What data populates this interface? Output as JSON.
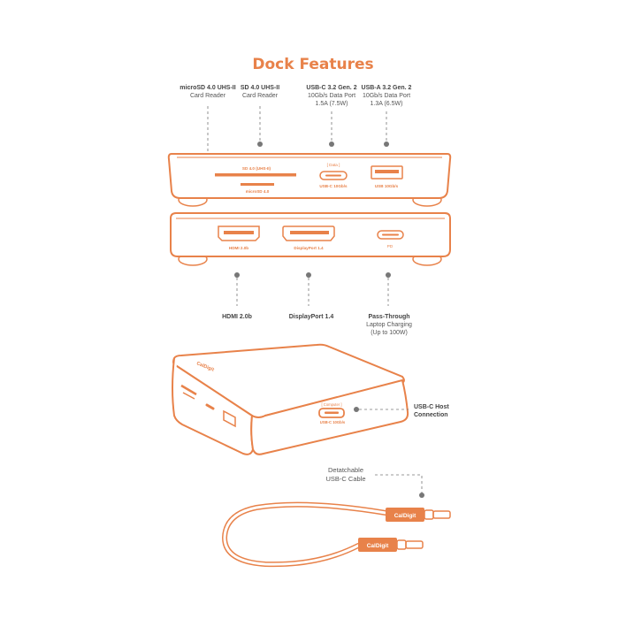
{
  "title": "Dock Features",
  "top_callouts": [
    {
      "line1": "microSD 4.0 UHS-II",
      "line2": "Card Reader"
    },
    {
      "line1": "SD 4.0 UHS-II",
      "line2": "Card Reader"
    },
    {
      "line1": "USB-C 3.2 Gen. 2",
      "line2": "10Gb/s Data Port",
      "line3": "1.5A (7.5W)"
    },
    {
      "line1": "USB-A 3.2 Gen. 2",
      "line2": "10Gb/s Data Port",
      "line3": "1.3A (6.5W)"
    }
  ],
  "front_panel": {
    "sd_label": "SD 4.0 (UHS-II)",
    "microsd_label": "microSD 4.0",
    "usbc_data_badge": "[ Data ]",
    "usbc_label": "USB-C 10Gb/s",
    "usba_label": "USB 10Gb/s"
  },
  "rear_panel": {
    "hdmi_label": "HDMI 2.0b",
    "dp_label": "DisplayPort 1.4",
    "pd_label": "PD"
  },
  "bottom_callouts": [
    {
      "line1": "HDMI 2.0b"
    },
    {
      "line1": "DisplayPort 1.4"
    },
    {
      "line1": "Pass-Through",
      "line2": "Laptop Charging",
      "line3": "(Up to 100W)"
    }
  ],
  "iso_dock": {
    "brand": "CalDigit",
    "computer_badge": "[ Computer ]",
    "host_port_label": "USB-C 10Gb/s"
  },
  "host_callout": {
    "line1": "USB-C Host",
    "line2": "Connection"
  },
  "cable_callout": {
    "line1": "Detatchable",
    "line2": "USB-C Cable"
  },
  "cable_brand": "CalDigit",
  "colors": {
    "accent": "#e8824a",
    "text": "#555555",
    "leader": "#777777"
  }
}
